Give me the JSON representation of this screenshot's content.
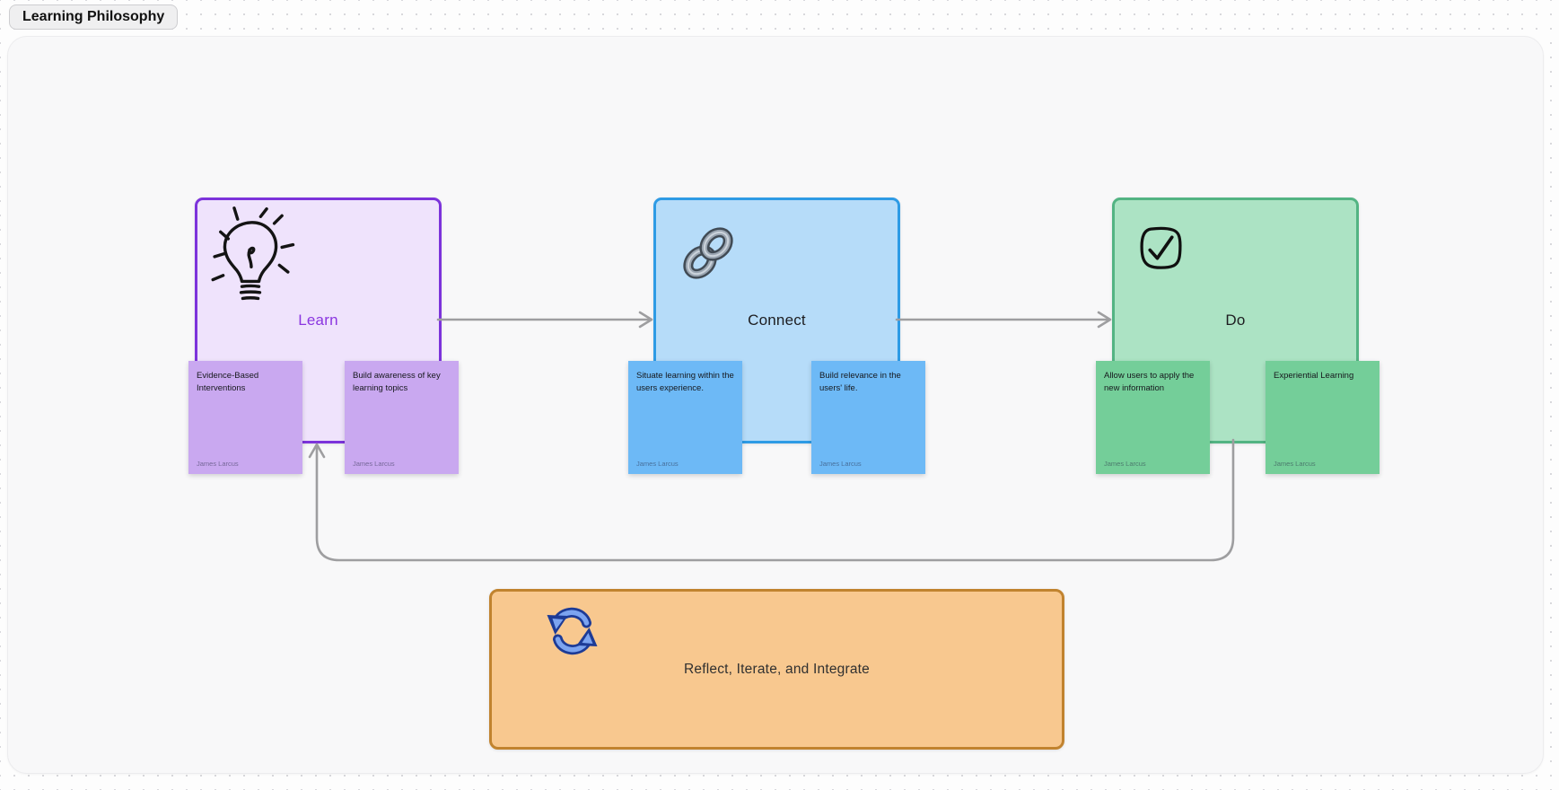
{
  "board": {
    "label": "Learning Philosophy"
  },
  "nodes": {
    "learn": {
      "title": "Learn"
    },
    "connect": {
      "title": "Connect"
    },
    "do": {
      "title": "Do"
    },
    "reflect": {
      "title": "Reflect, Iterate, and Integrate"
    }
  },
  "stickies": {
    "learn1": {
      "text": "Evidence-Based Interventions",
      "author": "James Larcus"
    },
    "learn2": {
      "text": "Build awareness of key learning topics",
      "author": "James Larcus"
    },
    "connect1": {
      "text": "Situate learning within the users experience.",
      "author": "James Larcus"
    },
    "connect2": {
      "text": "Build relevance in the users' life.",
      "author": "James Larcus"
    },
    "do1": {
      "text": "Allow users to apply the new information",
      "author": "James Larcus"
    },
    "do2": {
      "text": "Experiential Learning",
      "author": "James Larcus"
    }
  },
  "icons": {
    "learn": "lightbulb-icon",
    "connect": "chain-link-icon",
    "do": "checkbox-check-icon",
    "reflect": "counterclockwise-arrows-icon"
  },
  "connectors": {
    "learn_to_connect": "arrow-right",
    "connect_to_do": "arrow-right",
    "do_to_learn_loop": "arrow-loop-up"
  },
  "colors": {
    "learn_fill": "#EFE3FC",
    "learn_border": "#7C33DB",
    "learn_title": "#8A36E0",
    "learn_sticky": "#C9A8F0",
    "connect_fill": "#B6DCF9",
    "connect_border": "#2E9BE5",
    "connect_sticky": "#6DB9F6",
    "do_fill": "#ACE3C4",
    "do_border": "#53B483",
    "do_sticky": "#74CE99",
    "reflect_fill": "#F8C88F",
    "reflect_border": "#C1832F",
    "connector": "#9E9EA0",
    "frame_fill": "#F8F8F9"
  }
}
